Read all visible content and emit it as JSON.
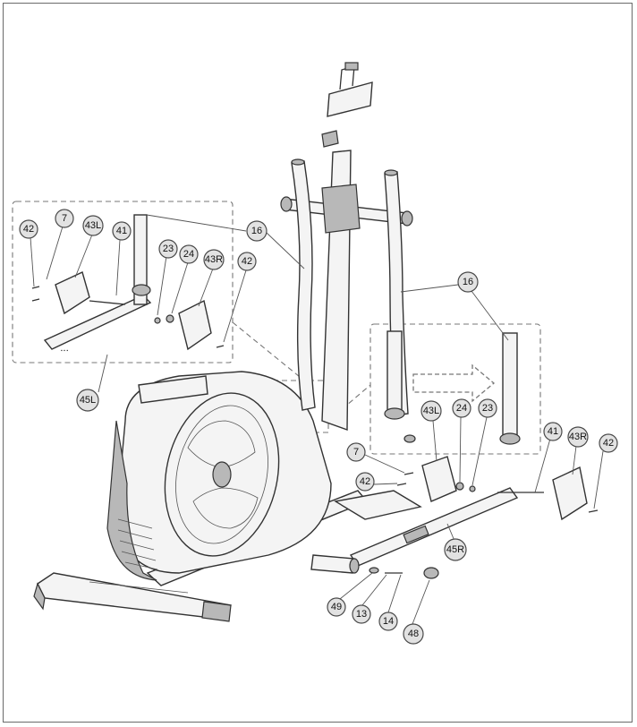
{
  "callouts": [
    {
      "id": "c-42-left",
      "label": "42"
    },
    {
      "id": "c-7-left",
      "label": "7"
    },
    {
      "id": "c-43L-left",
      "label": "43L"
    },
    {
      "id": "c-41-left",
      "label": "41"
    },
    {
      "id": "c-23-left",
      "label": "23"
    },
    {
      "id": "c-24-left",
      "label": "24"
    },
    {
      "id": "c-43R-left",
      "label": "43R"
    },
    {
      "id": "c-42-left2",
      "label": "42"
    },
    {
      "id": "c-16-top",
      "label": "16"
    },
    {
      "id": "c-45L",
      "label": "45L"
    },
    {
      "id": "c-16-right",
      "label": "16"
    },
    {
      "id": "c-43L-right",
      "label": "43L"
    },
    {
      "id": "c-24-right",
      "label": "24"
    },
    {
      "id": "c-23-right",
      "label": "23"
    },
    {
      "id": "c-7-right",
      "label": "7"
    },
    {
      "id": "c-42-right",
      "label": "42"
    },
    {
      "id": "c-41-right",
      "label": "41"
    },
    {
      "id": "c-43R-right",
      "label": "43R"
    },
    {
      "id": "c-42-right2",
      "label": "42"
    },
    {
      "id": "c-45R",
      "label": "45R"
    },
    {
      "id": "c-49",
      "label": "49"
    },
    {
      "id": "c-13",
      "label": "13"
    },
    {
      "id": "c-14",
      "label": "14"
    },
    {
      "id": "c-48",
      "label": "48"
    }
  ]
}
